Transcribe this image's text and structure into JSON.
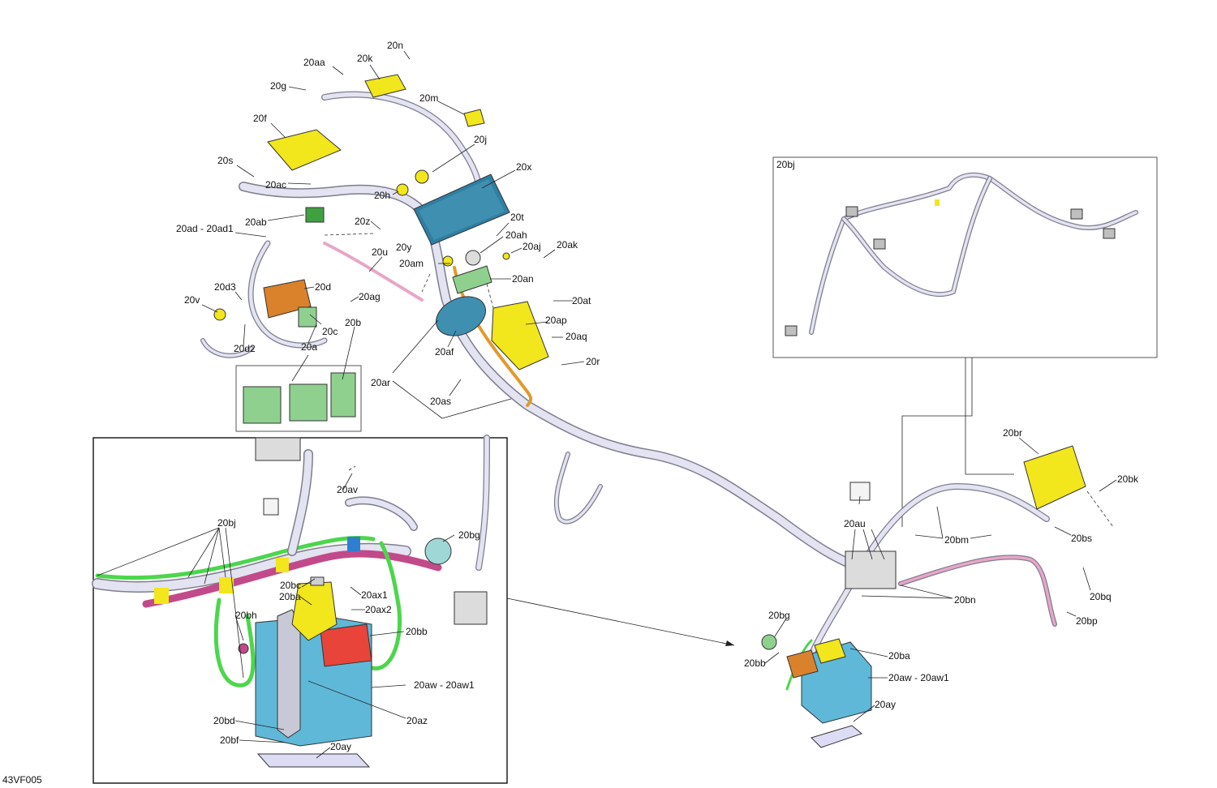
{
  "diagram_code": "43VF005",
  "colors": {
    "yellow": "#f2e61c",
    "blue": "#3f8fb0",
    "light_blue": "#5fb8d8",
    "orange": "#d9822b",
    "green": "#8fd08f",
    "red": "#e8443a",
    "pink": "#d85aa0",
    "bright_green": "#4cd64c",
    "harness": "#e3e3f1",
    "outline": "#7d7d8e"
  },
  "labels": [
    {
      "id": "20n",
      "text": "20n"
    },
    {
      "id": "20aa",
      "text": "20aa"
    },
    {
      "id": "20k",
      "text": "20k"
    },
    {
      "id": "20g",
      "text": "20g"
    },
    {
      "id": "20m",
      "text": "20m"
    },
    {
      "id": "20f",
      "text": "20f"
    },
    {
      "id": "20j",
      "text": "20j"
    },
    {
      "id": "20s",
      "text": "20s"
    },
    {
      "id": "20x",
      "text": "20x"
    },
    {
      "id": "20ac",
      "text": "20ac"
    },
    {
      "id": "20h",
      "text": "20h"
    },
    {
      "id": "20ab",
      "text": "20ab"
    },
    {
      "id": "20z",
      "text": "20z"
    },
    {
      "id": "20t",
      "text": "20t"
    },
    {
      "id": "20ad",
      "text": "20ad - 20ad1"
    },
    {
      "id": "20ah",
      "text": "20ah"
    },
    {
      "id": "20y",
      "text": "20y"
    },
    {
      "id": "20aj",
      "text": "20aj"
    },
    {
      "id": "20ak",
      "text": "20ak"
    },
    {
      "id": "20u",
      "text": "20u"
    },
    {
      "id": "20am",
      "text": "20am"
    },
    {
      "id": "20an",
      "text": "20an"
    },
    {
      "id": "20d3",
      "text": "20d3"
    },
    {
      "id": "20d",
      "text": "20d"
    },
    {
      "id": "20v",
      "text": "20v"
    },
    {
      "id": "20ag",
      "text": "20ag"
    },
    {
      "id": "20at",
      "text": "20at"
    },
    {
      "id": "20ap",
      "text": "20ap"
    },
    {
      "id": "20b",
      "text": "20b"
    },
    {
      "id": "20c",
      "text": "20c"
    },
    {
      "id": "20aq",
      "text": "20aq"
    },
    {
      "id": "20d2",
      "text": "20d2"
    },
    {
      "id": "20a",
      "text": "20a"
    },
    {
      "id": "20af",
      "text": "20af"
    },
    {
      "id": "20r",
      "text": "20r"
    },
    {
      "id": "20ar",
      "text": "20ar"
    },
    {
      "id": "20as",
      "text": "20as"
    },
    {
      "id": "20bj_box",
      "text": "20bj"
    },
    {
      "id": "20br",
      "text": "20br"
    },
    {
      "id": "20bk",
      "text": "20bk"
    },
    {
      "id": "20au",
      "text": "20au"
    },
    {
      "id": "20bs",
      "text": "20bs"
    },
    {
      "id": "20bm",
      "text": "20bm"
    },
    {
      "id": "20bq",
      "text": "20bq"
    },
    {
      "id": "20bn",
      "text": "20bn"
    },
    {
      "id": "20bp",
      "text": "20bp"
    },
    {
      "id": "20bg_r",
      "text": "20bg"
    },
    {
      "id": "20bb_r",
      "text": "20bb"
    },
    {
      "id": "20ba_r",
      "text": "20ba"
    },
    {
      "id": "20aw_r",
      "text": "20aw - 20aw1"
    },
    {
      "id": "20ay_r",
      "text": "20ay"
    },
    {
      "id": "20av",
      "text": "20av"
    },
    {
      "id": "20bj_l",
      "text": "20bj"
    },
    {
      "id": "20bg_l",
      "text": "20bg"
    },
    {
      "id": "20bc",
      "text": "20bc"
    },
    {
      "id": "20ax1",
      "text": "20ax1"
    },
    {
      "id": "20ba_l",
      "text": "20ba"
    },
    {
      "id": "20ax2",
      "text": "20ax2"
    },
    {
      "id": "20bh",
      "text": "20bh"
    },
    {
      "id": "20bb_l",
      "text": "20bb"
    },
    {
      "id": "20aw_l",
      "text": "20aw - 20aw1"
    },
    {
      "id": "20az",
      "text": "20az"
    },
    {
      "id": "20bd",
      "text": "20bd"
    },
    {
      "id": "20bf",
      "text": "20bf"
    },
    {
      "id": "20ay_l",
      "text": "20ay"
    }
  ]
}
